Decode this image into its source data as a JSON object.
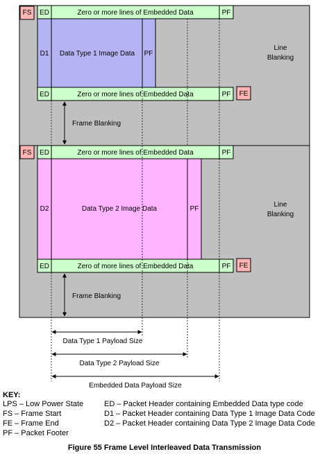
{
  "blocks": {
    "fs": "FS",
    "fe": "FE",
    "ed": "ED",
    "pf": "PF",
    "d1": "D1",
    "d2": "D2",
    "embedded_top": "Zero or more lines of Embedded Data",
    "embedded_bottom_2": "Zero of more lines of Embedded Data",
    "image1": "Data Type 1 Image Data",
    "image2": "Data Type 2 Image Data",
    "line_blanking": [
      "Line",
      "Blanking"
    ],
    "frame_blanking": "Frame Blanking"
  },
  "dimensions": {
    "dt1": "Data Type 1 Payload Size",
    "dt2": "Data Type 2 Payload Size",
    "embedded": "Embedded Data Payload Size"
  },
  "key": {
    "title": "KEY:",
    "left": [
      "LPS – Low Power State",
      "FS – Frame Start",
      "FE – Frame End",
      "PF – Packet Footer"
    ],
    "right": [
      "ED – Packet Header containing Embedded Data type code",
      "D1 – Packet Header containing Data Type 1 Image Data Code",
      "D2 – Packet Header containing Data Type 2 Image Data Code"
    ]
  },
  "caption": "Figure 55 Frame Level Interleaved Data Transmission",
  "colors": {
    "blanking": "#c0c0c0",
    "embedded": "#ccffcc",
    "image1": "#b4b4f4",
    "image2": "#ffb4ff",
    "marker": "#ffb4b4"
  }
}
